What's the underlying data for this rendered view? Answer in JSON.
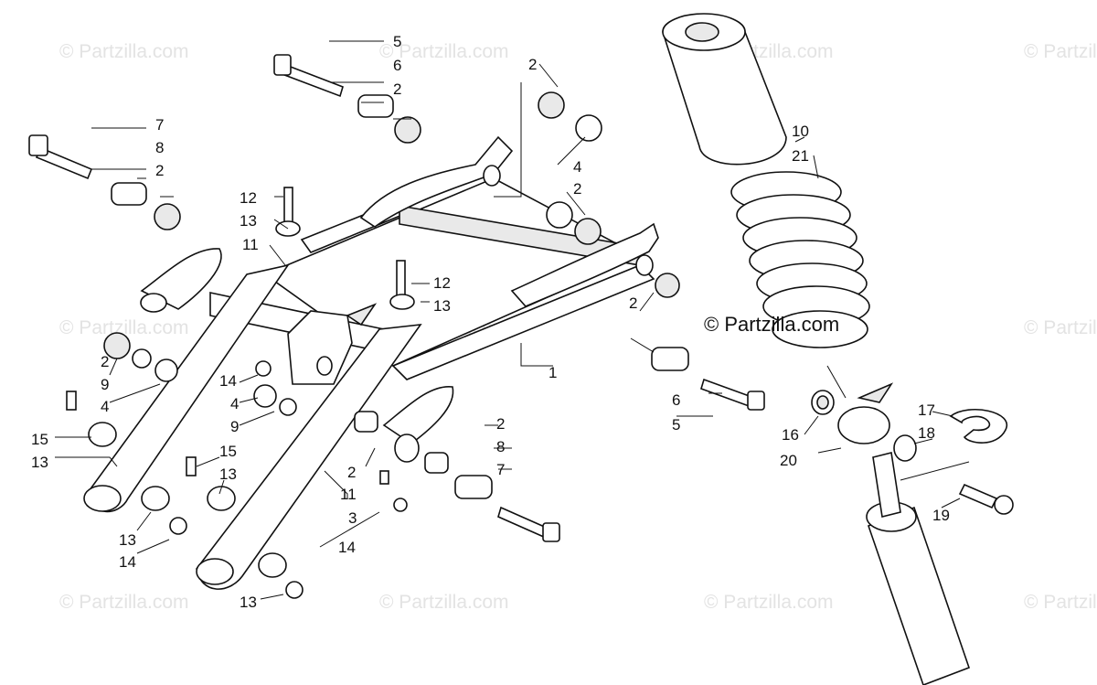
{
  "diagram": {
    "watermark_text": "© Partzilla.com",
    "brand_text": "© Partzilla.com",
    "callouts": [
      "1",
      "2",
      "2",
      "2",
      "2",
      "2",
      "2",
      "2",
      "2",
      "3",
      "4",
      "4",
      "4",
      "5",
      "5",
      "6",
      "6",
      "7",
      "7",
      "8",
      "8",
      "9",
      "9",
      "10",
      "11",
      "11",
      "12",
      "12",
      "13",
      "13",
      "13",
      "13",
      "13",
      "13",
      "14",
      "14",
      "14",
      "15",
      "15",
      "16",
      "17",
      "18",
      "19",
      "20",
      "21"
    ]
  }
}
